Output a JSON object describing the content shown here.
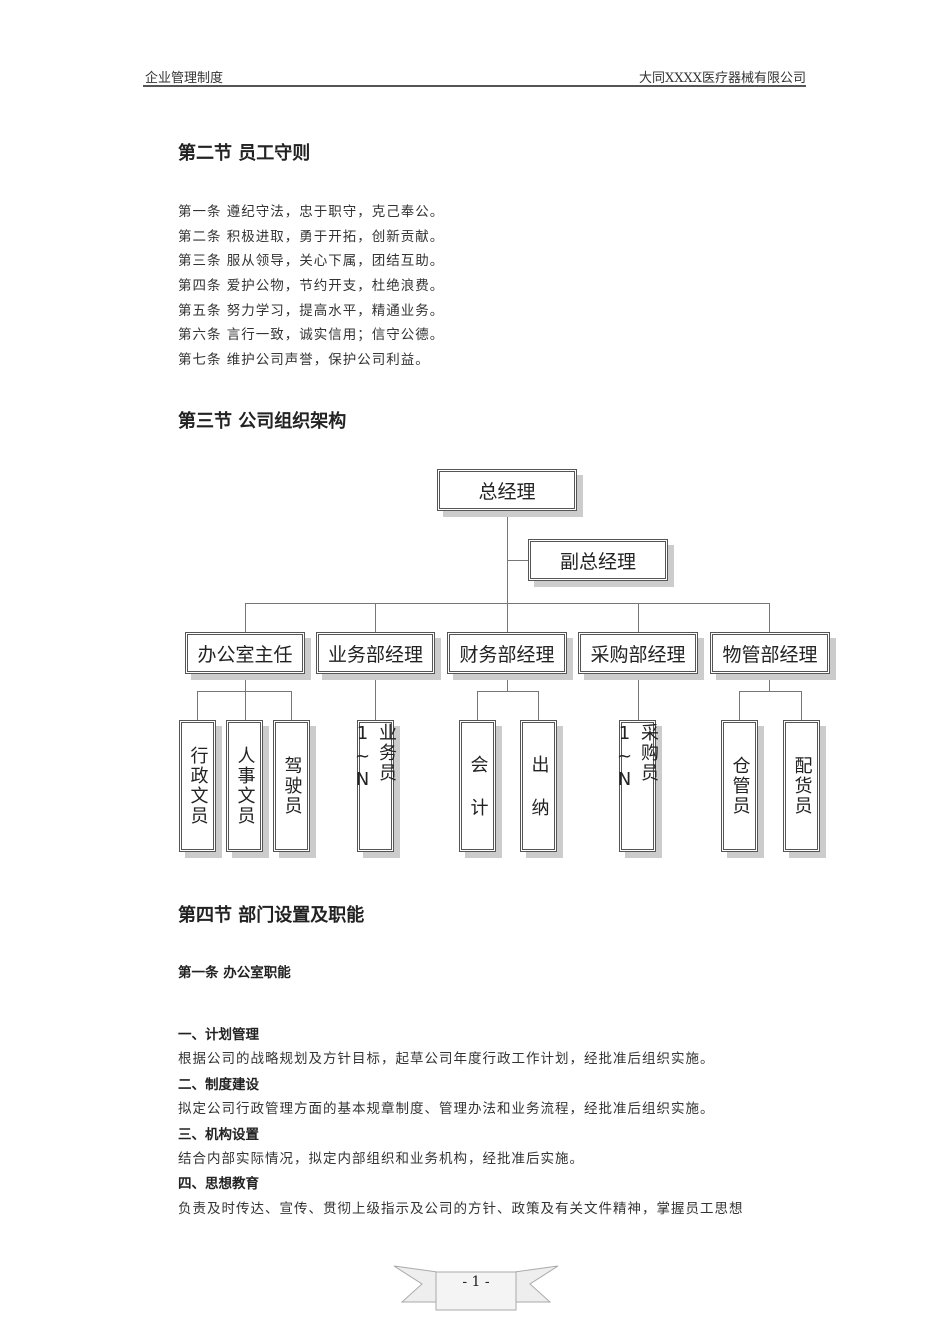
{
  "header": {
    "left": "企业管理制度",
    "right": "大同XXXX医疗器械有限公司"
  },
  "section2": {
    "title": "第二节 员工守则",
    "items": [
      "第一条 遵纪守法，忠于职守，克己奉公。",
      "第二条 积极进取，勇于开拓，创新贡献。",
      "第三条 服从领导，关心下属，团结互助。",
      "第四条 爱护公物，节约开支，杜绝浪费。",
      "第五条 努力学习，提高水平，精通业务。",
      "第六条 言行一致，诚实信用；信守公德。",
      "第七条 维护公司声誉，保护公司利益。"
    ]
  },
  "section3": {
    "title": "第三节 公司组织架构"
  },
  "org": {
    "top": "总经理",
    "deputy": "副总经理",
    "depts": [
      "办公室主任",
      "业务部经理",
      "财务部经理",
      "采购部经理",
      "物管部经理"
    ],
    "staff": [
      "行政文员",
      "人事文员",
      "驾驶员",
      "业务员1~N",
      "会 计",
      "出 纳",
      "采购员1~N",
      "仓管员",
      "配货员"
    ]
  },
  "section4": {
    "title": "第四节 部门设置及职能",
    "article": "第一条 办公室职能",
    "items": [
      {
        "h": "一、计划管理",
        "t": "根据公司的战略规划及方针目标，起草公司年度行政工作计划，经批准后组织实施。"
      },
      {
        "h": "二、制度建设",
        "t": "拟定公司行政管理方面的基本规章制度、管理办法和业务流程，经批准后组织实施。"
      },
      {
        "h": "三、机构设置",
        "t": "结合内部实际情况，拟定内部组织和业务机构，经批准后实施。"
      },
      {
        "h": "四、思想教育",
        "t": "负责及时传达、宣传、贯彻上级指示及公司的方针、政策及有关文件精神，掌握员工思想"
      }
    ]
  },
  "footer": {
    "page": "- 1 -"
  }
}
